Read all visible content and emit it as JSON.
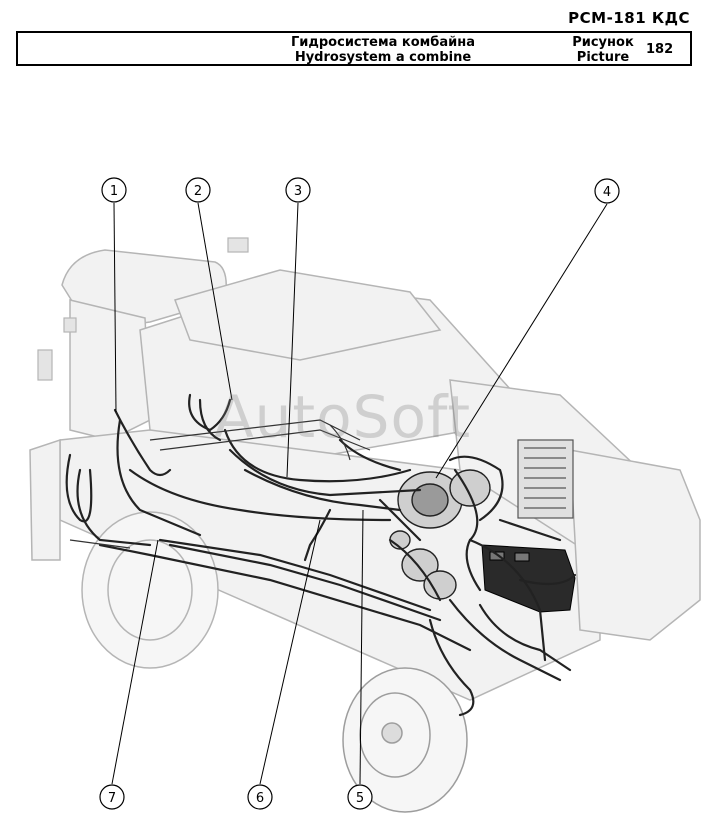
{
  "header": {
    "model_code": "РСМ-181 КДС",
    "title_ru": "Гидросистема комбайна",
    "title_en": "Hydrosystem a combine",
    "figure_label_ru": "Рисунок",
    "figure_label_en": "Picture",
    "figure_number": "182"
  },
  "watermark": "AutoSoft",
  "callouts": [
    "1",
    "2",
    "3",
    "4",
    "5",
    "6",
    "7"
  ],
  "colors": {
    "line": "#000000",
    "machine_fill": "#f2f2f2",
    "machine_stroke": "#b5b5b5",
    "hose": "#222222"
  }
}
